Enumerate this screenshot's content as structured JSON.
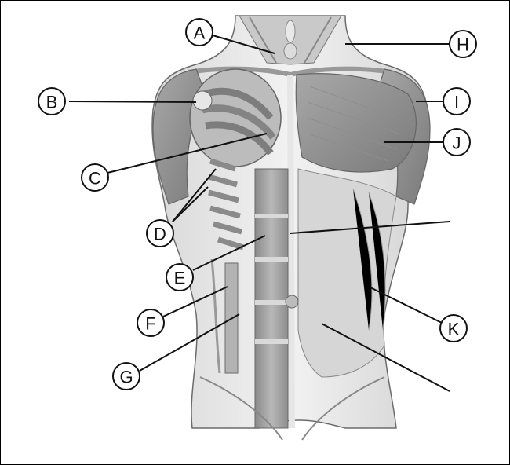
{
  "figure": {
    "labels": [
      "A",
      "B",
      "C",
      "D",
      "E",
      "F",
      "G",
      "H",
      "I",
      "J",
      "K"
    ]
  }
}
